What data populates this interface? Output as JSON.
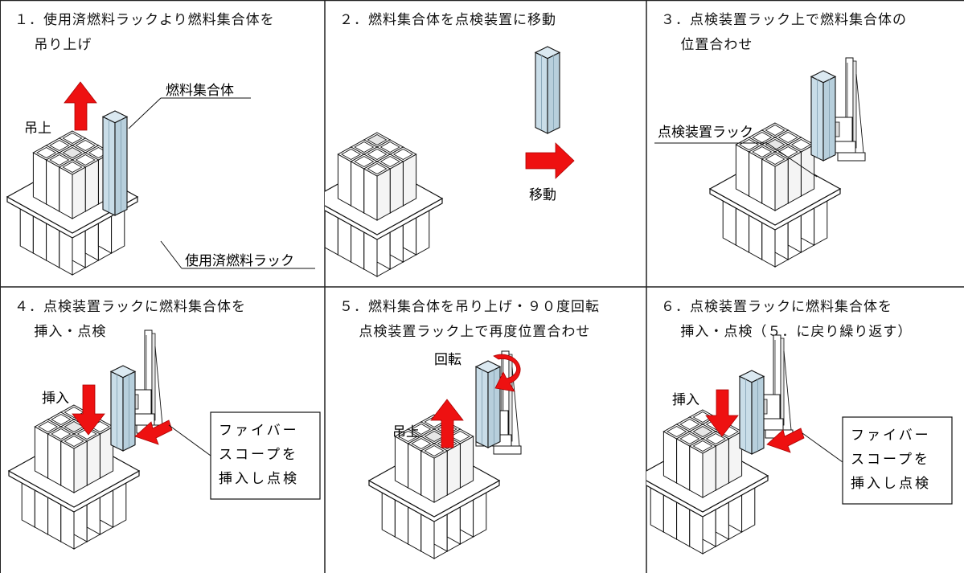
{
  "panels": [
    {
      "step_title": [
        "１．使用済燃料ラックより燃料集合体を",
        "　 吊り上げ"
      ],
      "labels": {
        "assembly": "燃料集合体",
        "lift": "吊上",
        "rack": "使用済燃料ラック"
      }
    },
    {
      "step_title": [
        "２．燃料集合体を点検装置に移動"
      ],
      "labels": {
        "move": "移動"
      }
    },
    {
      "step_title": [
        "３．点検装置ラック上で燃料集合体の",
        "　 位置合わせ"
      ],
      "labels": {
        "inspection_rack": "点検装置ラック"
      }
    },
    {
      "step_title": [
        "４．点検装置ラックに燃料集合体を",
        "　 挿入・点検"
      ],
      "labels": {
        "insert": "挿入",
        "callout": [
          "ファイバー",
          "スコープを",
          "挿入し点検"
        ]
      }
    },
    {
      "step_title": [
        "５．燃料集合体を吊り上げ・９０度回転",
        "　 点検装置ラック上で再度位置合わせ"
      ],
      "labels": {
        "rotate": "回転",
        "lift": "吊上"
      }
    },
    {
      "step_title": [
        "６．点検装置ラックに燃料集合体を",
        "　 挿入・点検（５．に戻り繰り返す）"
      ],
      "labels": {
        "insert": "挿入",
        "callout": [
          "ファイバー",
          "スコープを",
          "挿入し点検"
        ]
      }
    }
  ],
  "colors": {
    "arrow": "#ee1111",
    "assembly_fill": "#c9dde8",
    "line": "#111111",
    "grid": "#222222"
  }
}
